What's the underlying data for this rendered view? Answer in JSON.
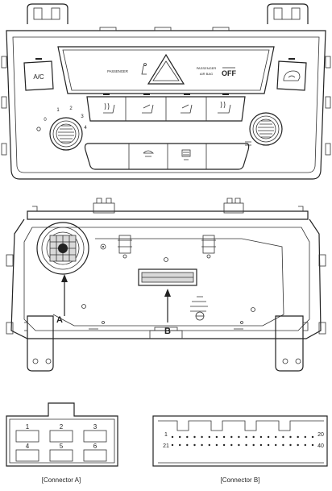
{
  "front_panel": {
    "ac_label": "A/C",
    "passenger_label": "PASSENGER",
    "airbag_off_top": "PASSENGER",
    "airbag_off_bottom": "AIR BAG",
    "airbag_off_state": "OFF",
    "fan_speed_labels": [
      "0",
      "1",
      "2",
      "3",
      "4"
    ]
  },
  "rear_panel": {
    "callout_a": "A",
    "callout_b": "B"
  },
  "connector_a": {
    "pins": [
      "1",
      "2",
      "3",
      "4",
      "5",
      "6"
    ],
    "caption": "[Connector A]"
  },
  "connector_b": {
    "pin_labels": {
      "top_left": "1",
      "top_right": "20",
      "bottom_left": "21",
      "bottom_right": "40"
    },
    "caption": "[Connector B]"
  }
}
